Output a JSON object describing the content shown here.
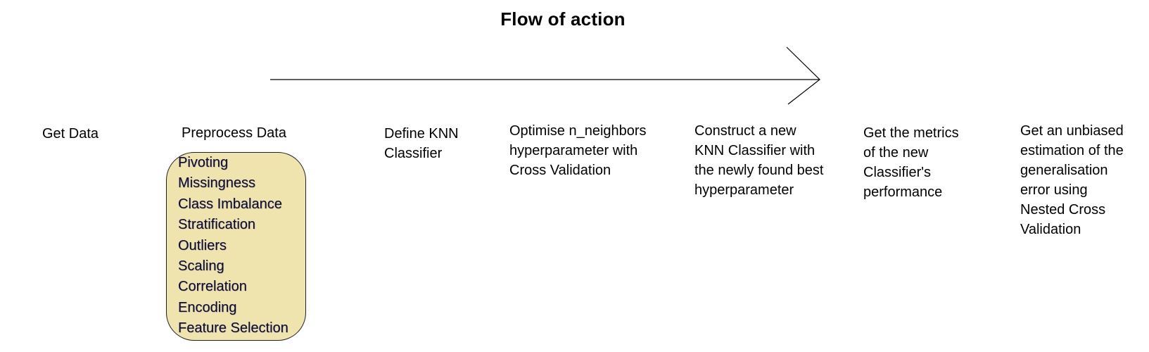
{
  "diagram": {
    "title": "Flow of action",
    "colors": {
      "substeps_fill": "#efe3ae",
      "substeps_text": "#0a0a3c",
      "line": "#000000"
    },
    "steps": [
      {
        "lines": [
          "Get Data"
        ]
      },
      {
        "lines": [
          "Preprocess Data"
        ]
      },
      {
        "lines": [
          "Define KNN",
          "Classifier"
        ]
      },
      {
        "lines": [
          "Optimise n_neighbors",
          "hyperparameter with",
          "Cross Validation"
        ]
      },
      {
        "lines": [
          "Construct a new",
          "KNN Classifier with",
          "the newly found best",
          "hyperparameter"
        ]
      },
      {
        "lines": [
          "Get the metrics",
          "of the new",
          "Classifier's",
          "performance"
        ]
      },
      {
        "lines": [
          "Get an unbiased",
          "estimation of the",
          "generalisation",
          "error using",
          "Nested Cross",
          "Validation"
        ]
      }
    ],
    "preprocess_substeps": [
      "Pivoting",
      "Missingness",
      "Class Imbalance",
      "Stratification",
      "Outliers",
      "Scaling",
      "Correlation",
      "Encoding",
      "Feature Selection"
    ]
  }
}
